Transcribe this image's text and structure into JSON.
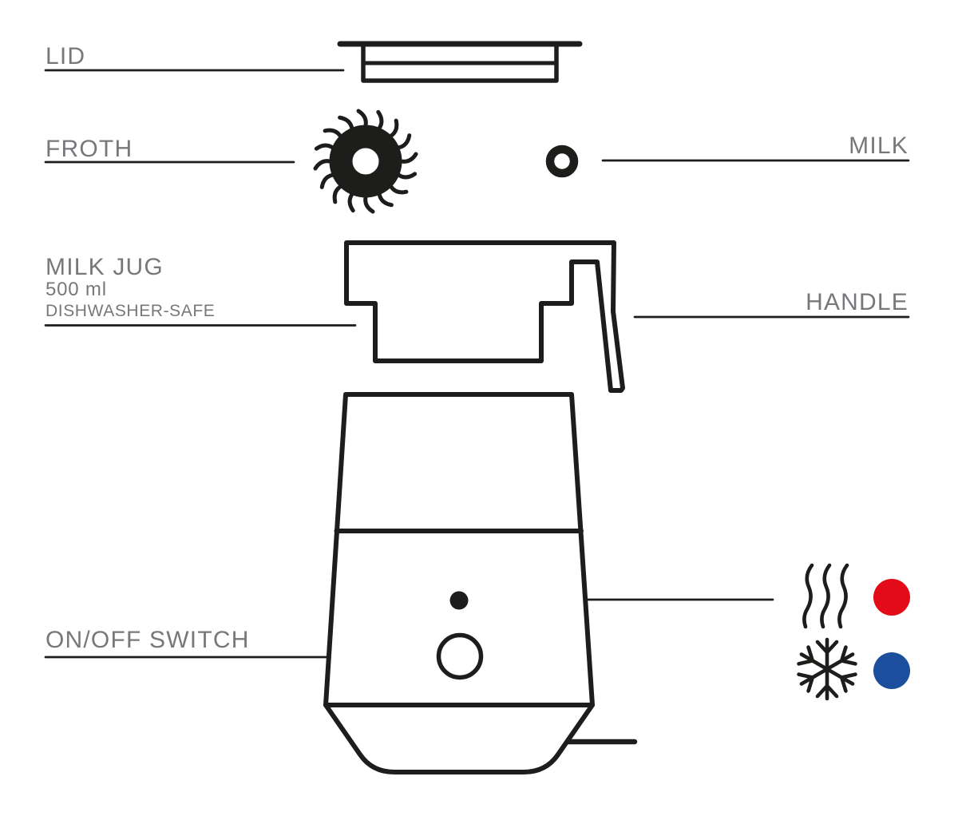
{
  "diagram": {
    "subject": "milk-frother-exploded-diagram",
    "callouts": {
      "lid": {
        "label": "LID"
      },
      "froth": {
        "label": "FROTH"
      },
      "milk": {
        "label": "MILK"
      },
      "milk_jug": {
        "label": "MILK JUG",
        "capacity": "500 ml",
        "note": "DISHWASHER-SAFE"
      },
      "handle": {
        "label": "HANDLE"
      },
      "on_off": {
        "label": "ON/OFF SWITCH"
      }
    },
    "legend": {
      "hot": {
        "icon": "steam-icon",
        "color": "#e30b17"
      },
      "cold": {
        "icon": "snowflake-icon",
        "color": "#1b4f9e"
      }
    },
    "colors": {
      "ink": "#1d1d1b",
      "label_gray": "#77787b",
      "hot": "#e30b17",
      "cold": "#1b4f9e",
      "background": "#ffffff"
    },
    "icons": [
      "lid-icon",
      "froth-whisk-icon",
      "milk-ring-icon",
      "milk-jug-icon",
      "handle-icon",
      "frother-body-icon",
      "status-dot-icon",
      "on-off-button-icon",
      "base-icon",
      "power-cord-icon",
      "steam-icon",
      "snowflake-icon",
      "hot-indicator-dot",
      "cold-indicator-dot"
    ]
  }
}
